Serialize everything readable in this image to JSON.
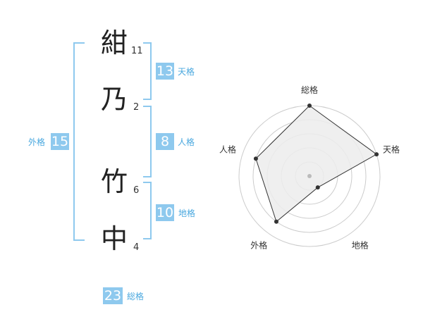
{
  "name": {
    "characters": [
      {
        "char": "紺",
        "strokes": "11"
      },
      {
        "char": "乃",
        "strokes": "2"
      },
      {
        "char": "竹",
        "strokes": "6"
      },
      {
        "char": "中",
        "strokes": "4"
      }
    ]
  },
  "kakusu": {
    "tenkaku": {
      "value": "13",
      "label": "天格"
    },
    "jinkaku": {
      "value": "8",
      "label": "人格"
    },
    "chikaku": {
      "value": "10",
      "label": "地格"
    },
    "gaikaku": {
      "value": "15",
      "label": "外格"
    },
    "soukaku": {
      "value": "23",
      "label": "総格"
    }
  },
  "radar": {
    "axes": [
      "総格",
      "天格",
      "地格",
      "外格",
      "人格"
    ],
    "levels": 5,
    "values": [
      5,
      5,
      1,
      4,
      4
    ],
    "max": 5,
    "colors": {
      "fill": "#ececec",
      "stroke": "#333333",
      "grid": "#cccccc",
      "center": "#bbbbbb"
    }
  }
}
